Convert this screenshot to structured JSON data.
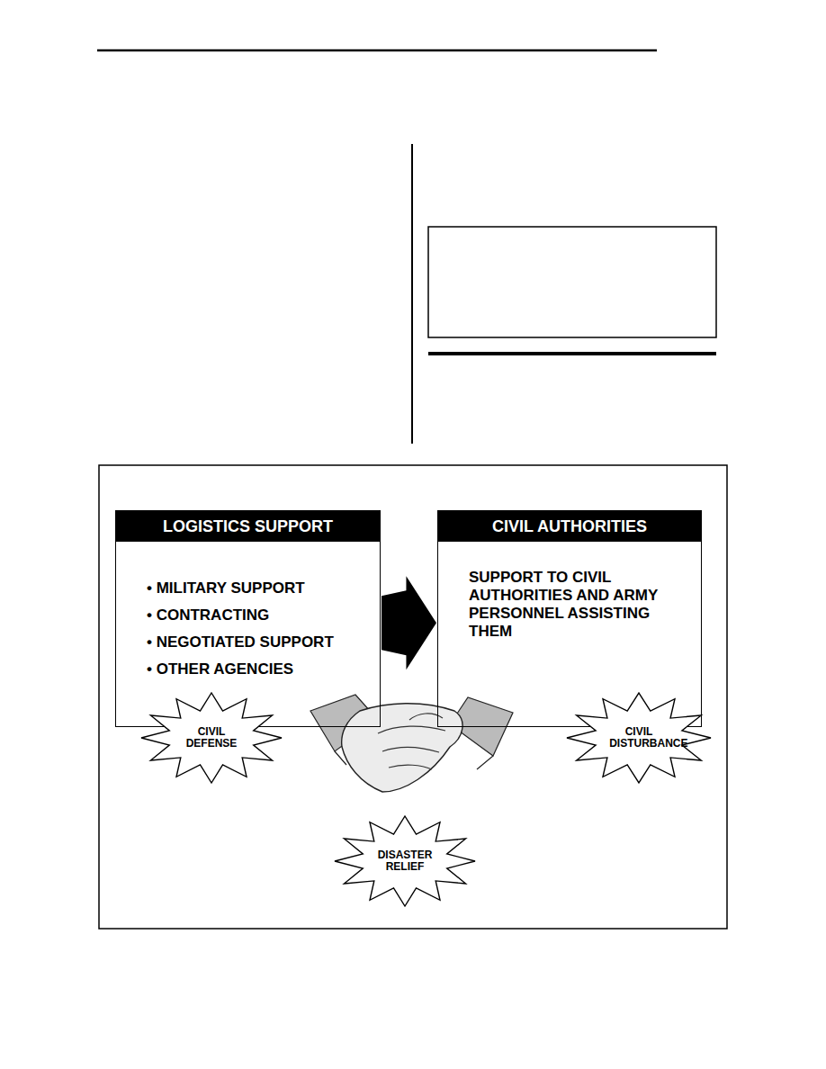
{
  "diagram": {
    "nodes": [
      {
        "text": [
          "LOGISTICS SUPPORT",
          "• MILITARY SUPPORT",
          "• CONTRACTING",
          "• NEGOTIATED SUPPORT",
          "• OTHER AGENCIES"
        ]
      },
      {
        "text": [
          "CIVIL AUTHORITIES",
          "SUPPORT TO CIVIL AUTHORITIES AND ARMY PERSONNEL ASSISTING THEM"
        ]
      },
      {
        "text": [
          "CIVIL DEFENSE"
        ]
      },
      {
        "text": [
          "CIVIL DISTURBANCE"
        ]
      },
      {
        "text": [
          "DISASTER RELIEF"
        ]
      }
    ],
    "edges": [
      {
        "from": 0,
        "to": 1,
        "arrow": "to"
      }
    ]
  }
}
